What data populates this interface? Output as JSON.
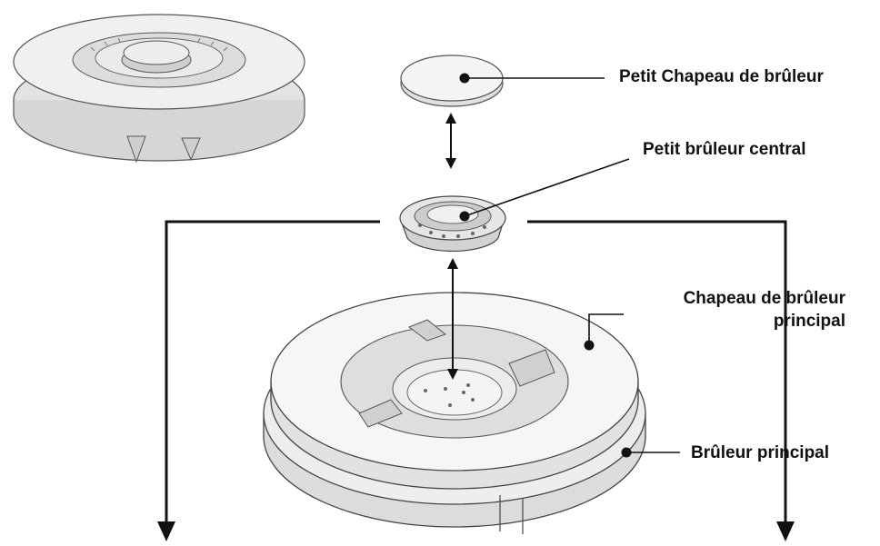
{
  "labels": {
    "small_cap": "Petit Chapeau de brûleur",
    "small_burner": "Petit brûleur central",
    "main_cap_line1": "Chapeau de brûleur",
    "main_cap_line2": "principal",
    "main_burner": "Brûleur principal"
  },
  "colors": {
    "line": "#111111",
    "part_fill": "#f2f2f2",
    "part_shade": "#d9d9d9",
    "part_dark": "#9a9a9a"
  }
}
